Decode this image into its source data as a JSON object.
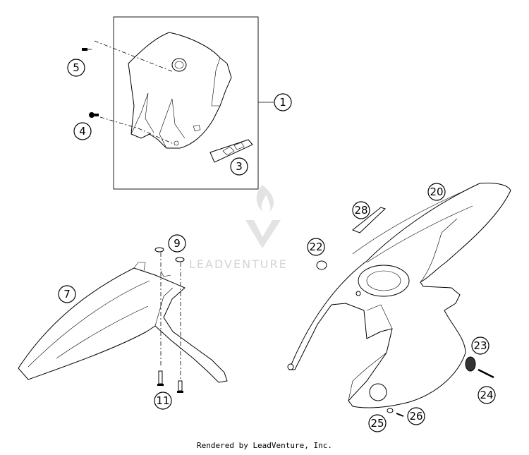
{
  "callouts": {
    "c1": "1",
    "c3": "3",
    "c4": "4",
    "c5": "5",
    "c7": "7",
    "c9": "9",
    "c11": "11",
    "c20": "20",
    "c22": "22",
    "c23": "23",
    "c24": "24",
    "c25": "25",
    "c26": "26",
    "c28": "28"
  },
  "watermark": "LEADVENTURE",
  "footer": "Rendered by LeadVenture, Inc."
}
